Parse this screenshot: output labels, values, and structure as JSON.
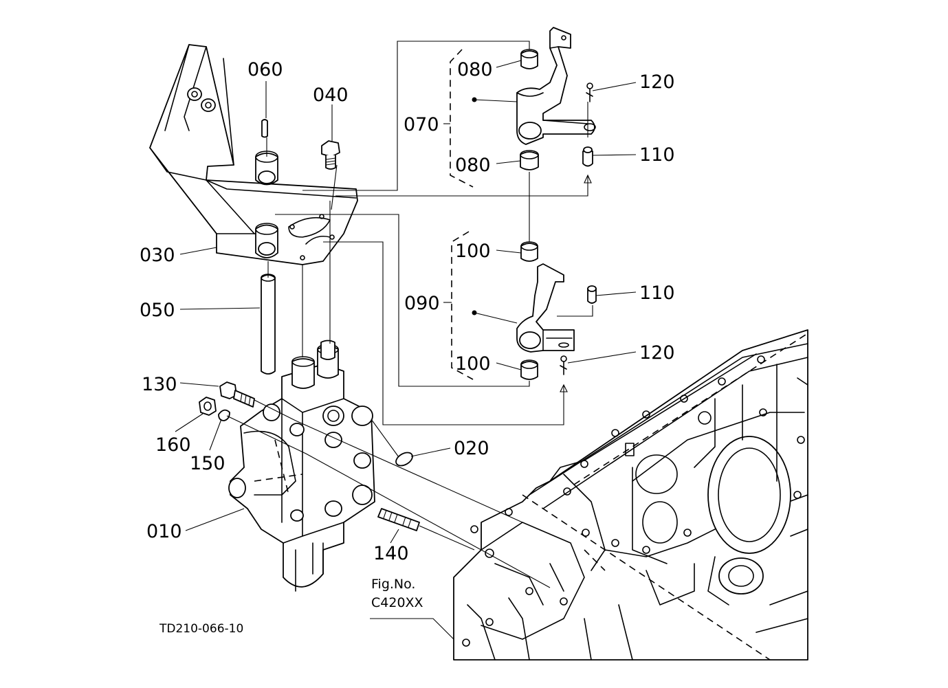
{
  "parts": {
    "p010": "010",
    "p020": "020",
    "p030": "030",
    "p040": "040",
    "p050": "050",
    "p060": "060",
    "p070": "070",
    "p080a": "080",
    "p080b": "080",
    "p090": "090",
    "p100a": "100",
    "p100b": "100",
    "p110a": "110",
    "p110b": "110",
    "p120a": "120",
    "p120b": "120",
    "p130": "130",
    "p140": "140",
    "p150": "150",
    "p160": "160"
  },
  "figure_ref": {
    "line1": "Fig.No.",
    "line2": "C420XX"
  },
  "drawing_code": "TD210-066-10"
}
